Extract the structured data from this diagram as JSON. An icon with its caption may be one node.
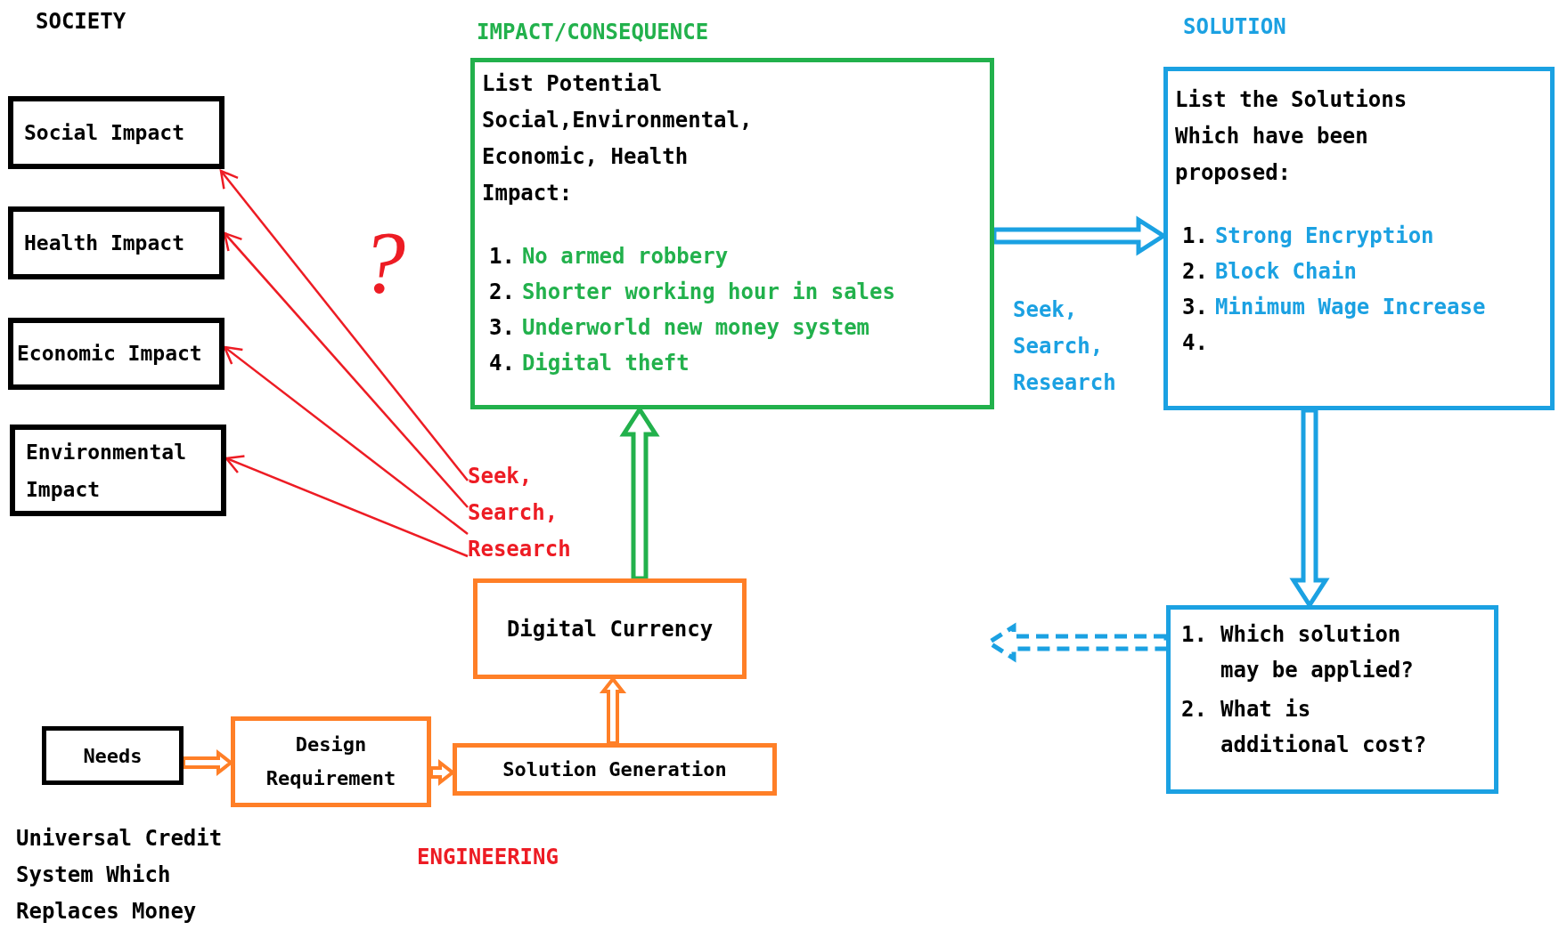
{
  "diagram": {
    "nodes": [
      {
        "text": [
          "Social Impact"
        ]
      },
      {
        "text": [
          "Health Impact"
        ]
      },
      {
        "text": [
          "Economic Impact"
        ]
      },
      {
        "text": [
          "Environmental Impact"
        ]
      },
      {
        "text": [
          "List Potential Social,Environmental, Economic, Health Impact:",
          "1. No armed robbery",
          "2. Shorter working hour in sales",
          "3. Underworld new money system",
          "4. Digital theft"
        ]
      },
      {
        "text": [
          "List the Solutions Which have been proposed:",
          "1. Strong Encryption",
          "2. Block Chain",
          "3. Minimum Wage Increase",
          "4."
        ]
      },
      {
        "text": [
          "Digital Currency"
        ]
      },
      {
        "text": [
          "Needs"
        ]
      },
      {
        "text": [
          "Design Requirement"
        ]
      },
      {
        "text": [
          "Solution Generation"
        ]
      },
      {
        "text": [
          "1. Which solution may be applied?",
          "2. What is additional cost?"
        ]
      },
      {
        "text": [
          "Seek, Search, Research"
        ]
      }
    ],
    "edges": [
      {
        "from": 6,
        "to": 4,
        "arrow": "to",
        "style": "thick",
        "color": "#22b14c"
      },
      {
        "from": 4,
        "to": 5,
        "arrow": "to",
        "style": "thick",
        "color": "#1ba1e2"
      },
      {
        "from": 5,
        "to": 10,
        "arrow": "to",
        "style": "thick",
        "color": "#1ba1e2"
      },
      {
        "from": 10,
        "to": null,
        "arrow": "to",
        "style": "dashed",
        "color": "#1ba1e2"
      },
      {
        "from": 9,
        "to": 6,
        "arrow": "to",
        "style": "thick",
        "color": "#ff7f27"
      },
      {
        "from": 7,
        "to": 8,
        "arrow": "to",
        "style": "thick",
        "color": "#ff7f27"
      },
      {
        "from": 8,
        "to": 9,
        "arrow": "to",
        "style": "thick",
        "color": "#ff7f27"
      },
      {
        "from": 11,
        "to": 3,
        "arrow": "to",
        "color": "#ed1c24"
      },
      {
        "from": 11,
        "to": 2,
        "arrow": "to",
        "color": "#ed1c24"
      },
      {
        "from": 11,
        "to": 1,
        "arrow": "to",
        "color": "#ed1c24"
      },
      {
        "from": 11,
        "to": 0,
        "arrow": "to",
        "color": "#ed1c24"
      }
    ],
    "labels": [
      "SOCIETY",
      "IMPACT/CONSEQUENCE",
      "SOLUTION",
      "?",
      "Seek, Search, Research",
      "ENGINEERING",
      "Universal Credit System Which Replaces Money"
    ]
  }
}
